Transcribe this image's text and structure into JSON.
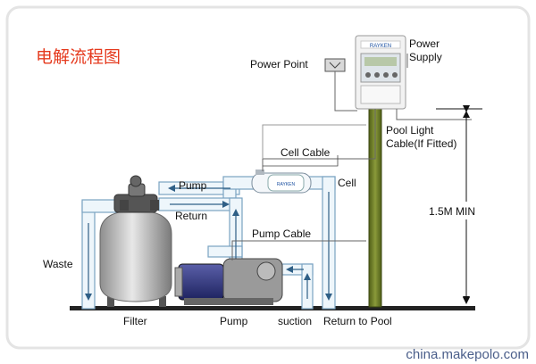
{
  "title": "电解流程图",
  "labels": {
    "power_supply": [
      "Power",
      "Supply"
    ],
    "power_point": "Power Point",
    "brand": "RAYKEN",
    "pool_light": [
      "Pool Light",
      "Cable(If Fitted)"
    ],
    "cell_cable": "Cell Cable",
    "cell": "Cell",
    "pump_top": "Pump",
    "return_top": "Return",
    "height": "1.5M MIN",
    "pump_cable": "Pump  Cable",
    "waste": "Waste",
    "filter": "Filter",
    "pump_bottom": "Pump",
    "suction": "suction",
    "return_to_pool": "Return to Pool"
  },
  "watermark": "china.makepolo.com",
  "colors": {
    "pipe_fill": "#eef6fb",
    "pipe_stroke": "#7aa3c2",
    "arrow": "#2f5f86",
    "pole": "#6a7a2a",
    "frame": "#e4e4e4",
    "title": "#e53a1e"
  }
}
